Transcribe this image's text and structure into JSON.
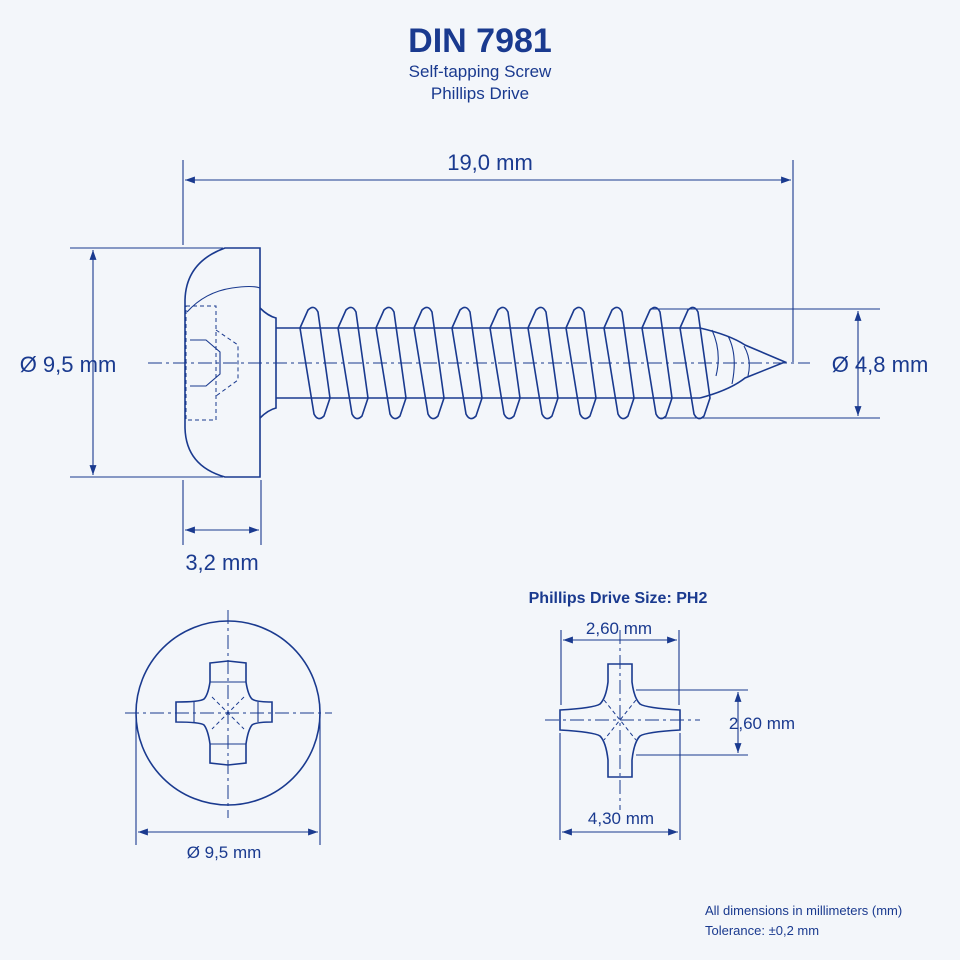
{
  "header": {
    "title": "DIN 7981",
    "subtitle_line1": "Self-tapping Screw",
    "subtitle_line2": "Phillips Drive"
  },
  "side_view": {
    "length_label": "19,0 mm",
    "head_diameter_label": "Ø 9,5 mm",
    "thread_diameter_label": "Ø 4,8 mm",
    "head_height_label": "3,2 mm"
  },
  "top_view": {
    "diameter_label": "Ø 9,5 mm"
  },
  "drive_detail": {
    "title": "Phillips Drive Size: PH2",
    "top_width_label": "2,60 mm",
    "side_height_label": "2,60 mm",
    "bottom_width_label": "4,30 mm"
  },
  "notes": {
    "units": "All dimensions in millimeters (mm)",
    "tolerance": "Tolerance: ±0,2 mm"
  },
  "colors": {
    "line": "#1a3a8f",
    "background": "#f3f6fa"
  }
}
